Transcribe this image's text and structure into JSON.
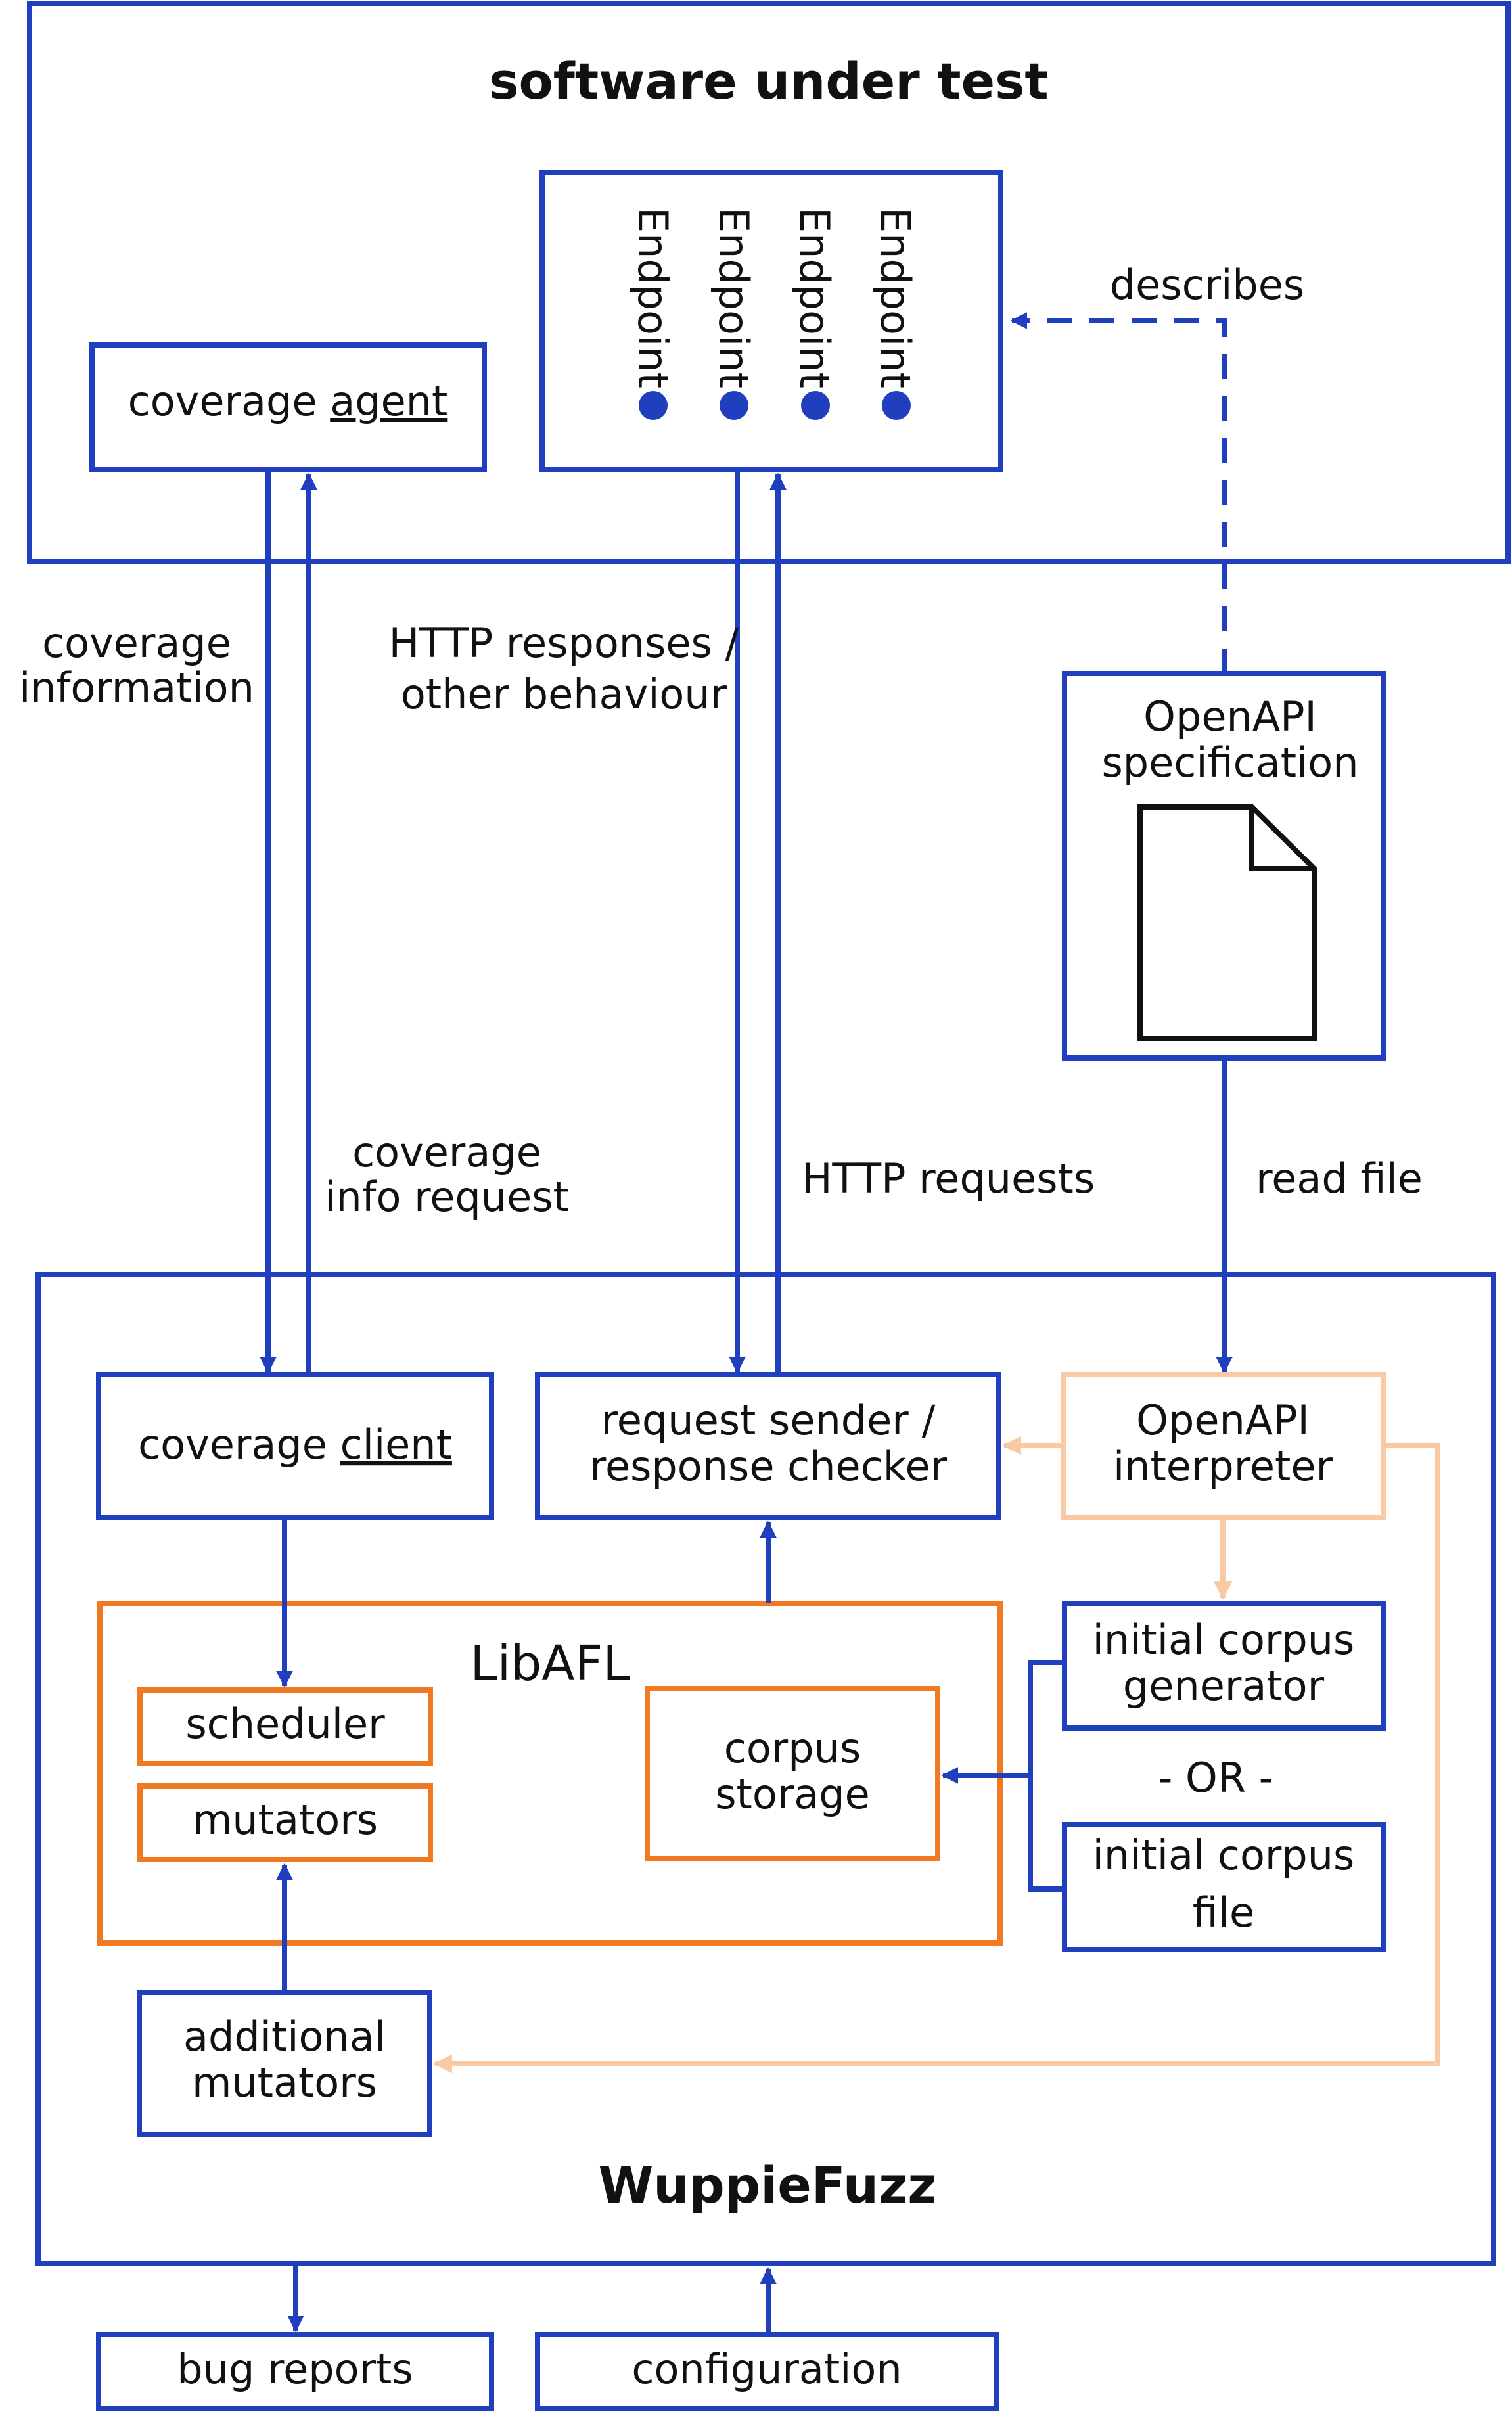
{
  "titles": {
    "sut": "software under test",
    "fuzzer": "WuppieFuzz",
    "libafl": "LibAFL"
  },
  "boxes": {
    "coverage_agent_prefix": "coverage ",
    "coverage_agent_underlined": "agent",
    "endpoint": "Endpoint",
    "openapi_spec_line1": "OpenAPI",
    "openapi_spec_line2": "specification",
    "coverage_client_prefix": "coverage ",
    "coverage_client_underlined": "client",
    "request_sender_line1": "request sender /",
    "request_sender_line2": "response checker",
    "openapi_interpreter_line1": "OpenAPI",
    "openapi_interpreter_line2": "interpreter",
    "scheduler": "scheduler",
    "mutators": "mutators",
    "corpus_storage_line1": "corpus",
    "corpus_storage_line2": "storage",
    "initial_corpus_generator_line1": "initial corpus",
    "initial_corpus_generator_line2": "generator",
    "or_separator": "- OR -",
    "initial_corpus_file_line1": "initial corpus",
    "initial_corpus_file_line2": "file",
    "additional_mutators_line1": "additional",
    "additional_mutators_line2": "mutators",
    "bug_reports": "bug reports",
    "configuration": "configuration"
  },
  "labels": {
    "describes": "describes",
    "coverage_information_line1": "coverage",
    "coverage_information_line2": "information",
    "http_responses_line1": "HTTP responses /",
    "http_responses_line2": "other behaviour",
    "coverage_info_request_line1": "coverage",
    "coverage_info_request_line2": "info request",
    "http_requests": "HTTP requests",
    "read_file": "read file"
  },
  "colors": {
    "blue": "#1f3fbf",
    "orange": "#f07a22",
    "peach": "#f8c9a2",
    "black": "#111111"
  }
}
